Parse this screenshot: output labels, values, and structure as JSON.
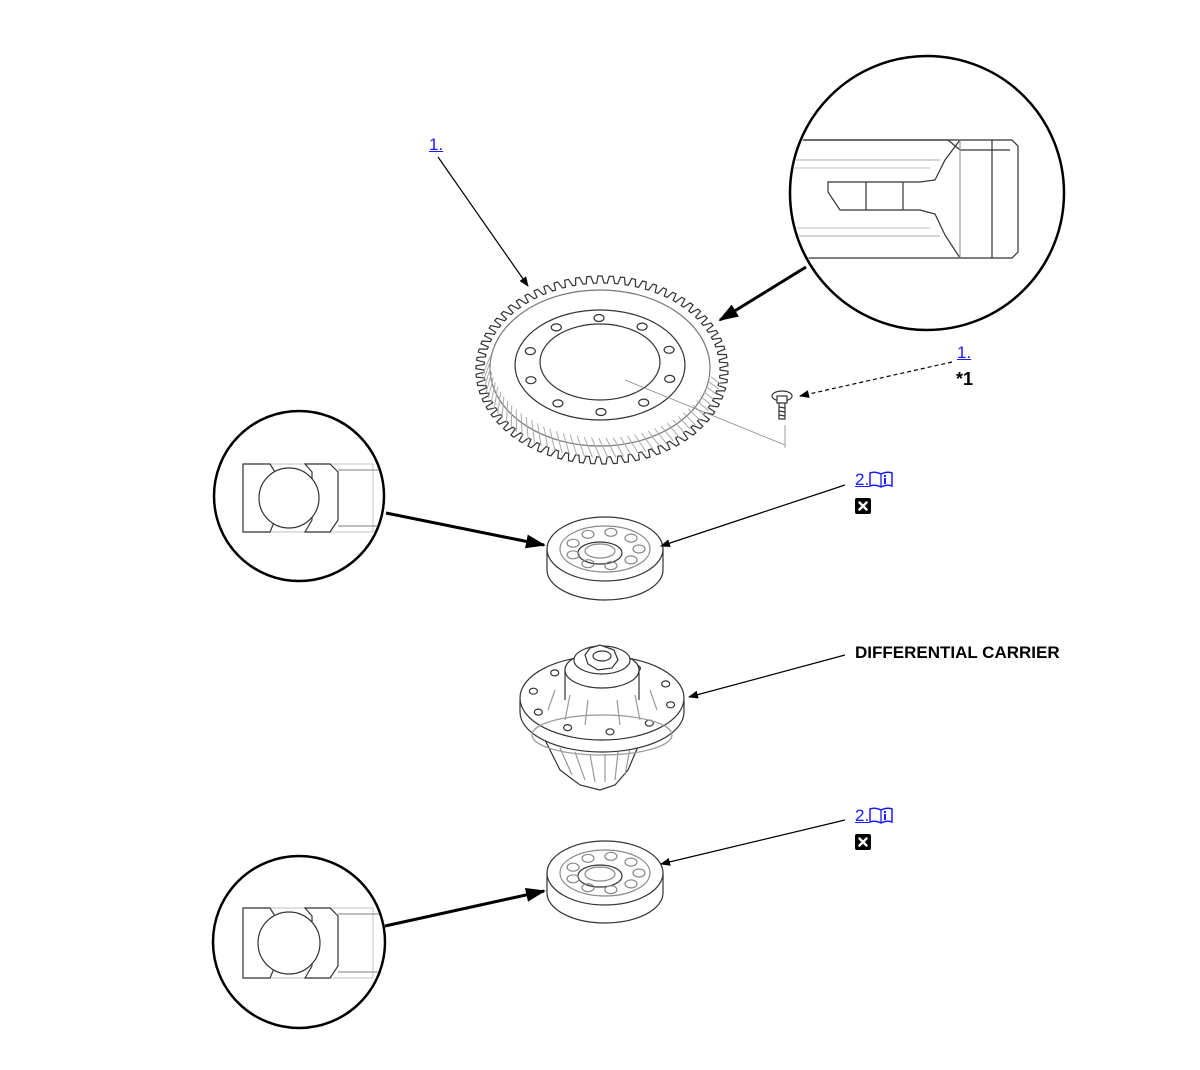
{
  "labels": {
    "gear_link": "1.",
    "bolt_link": "1.",
    "bolt_note": "*1",
    "upper_bearing_link": "2.",
    "lower_bearing_link": "2.",
    "carrier_label": "DIFFERENTIAL CARRIER"
  },
  "icons": {
    "manual": "book-info-icon",
    "replace": "x-box-icon"
  },
  "colors": {
    "link": "#1a1aff",
    "line": "#000000"
  }
}
